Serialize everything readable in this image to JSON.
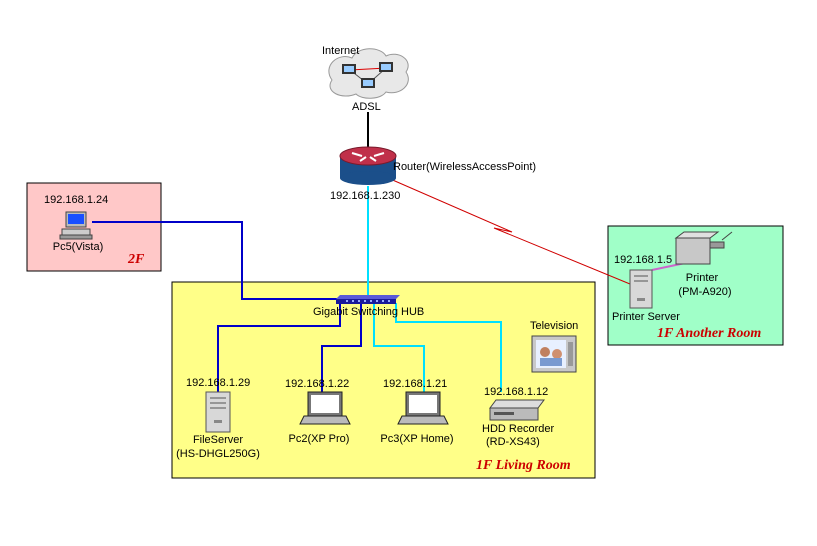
{
  "colors": {
    "zone_2f": "#ffc8c8",
    "zone_living": "#ffff88",
    "zone_another": "#a0ffc8",
    "cable_blue": "#0000c8",
    "cable_cyan": "#00e0ff",
    "cable_black": "#000000",
    "wireless_red": "#d00000",
    "room_label": "#cc0000"
  },
  "zones": {
    "floor2": {
      "name": "2F"
    },
    "living": {
      "name": "1F Living Room"
    },
    "another": {
      "name": "1F Another Room"
    }
  },
  "internet": {
    "label": "Internet",
    "adsl_label": "ADSL"
  },
  "router": {
    "name": "Router(WirelessAccessPoint)",
    "ip": "192.168.1.230"
  },
  "hub": {
    "name": "Gigabit Switching HUB"
  },
  "devices": {
    "pc5": {
      "ip": "192.168.1.24",
      "name": "Pc5(Vista)"
    },
    "fileserver": {
      "ip": "192.168.1.29",
      "name": "FileServer",
      "model": "(HS-DHGL250G)"
    },
    "pc2": {
      "ip": "192.168.1.22",
      "name": "Pc2(XP Pro)"
    },
    "pc3": {
      "ip": "192.168.1.21",
      "name": "Pc3(XP Home)"
    },
    "hdd": {
      "ip": "192.168.1.12",
      "name": "HDD Recorder",
      "model": "(RD-XS43)"
    },
    "tv": {
      "name": "Television"
    },
    "printserver": {
      "ip": "192.168.1.5",
      "name": "Printer Server"
    },
    "printer": {
      "name": "Printer",
      "model": "(PM-A920)"
    }
  }
}
